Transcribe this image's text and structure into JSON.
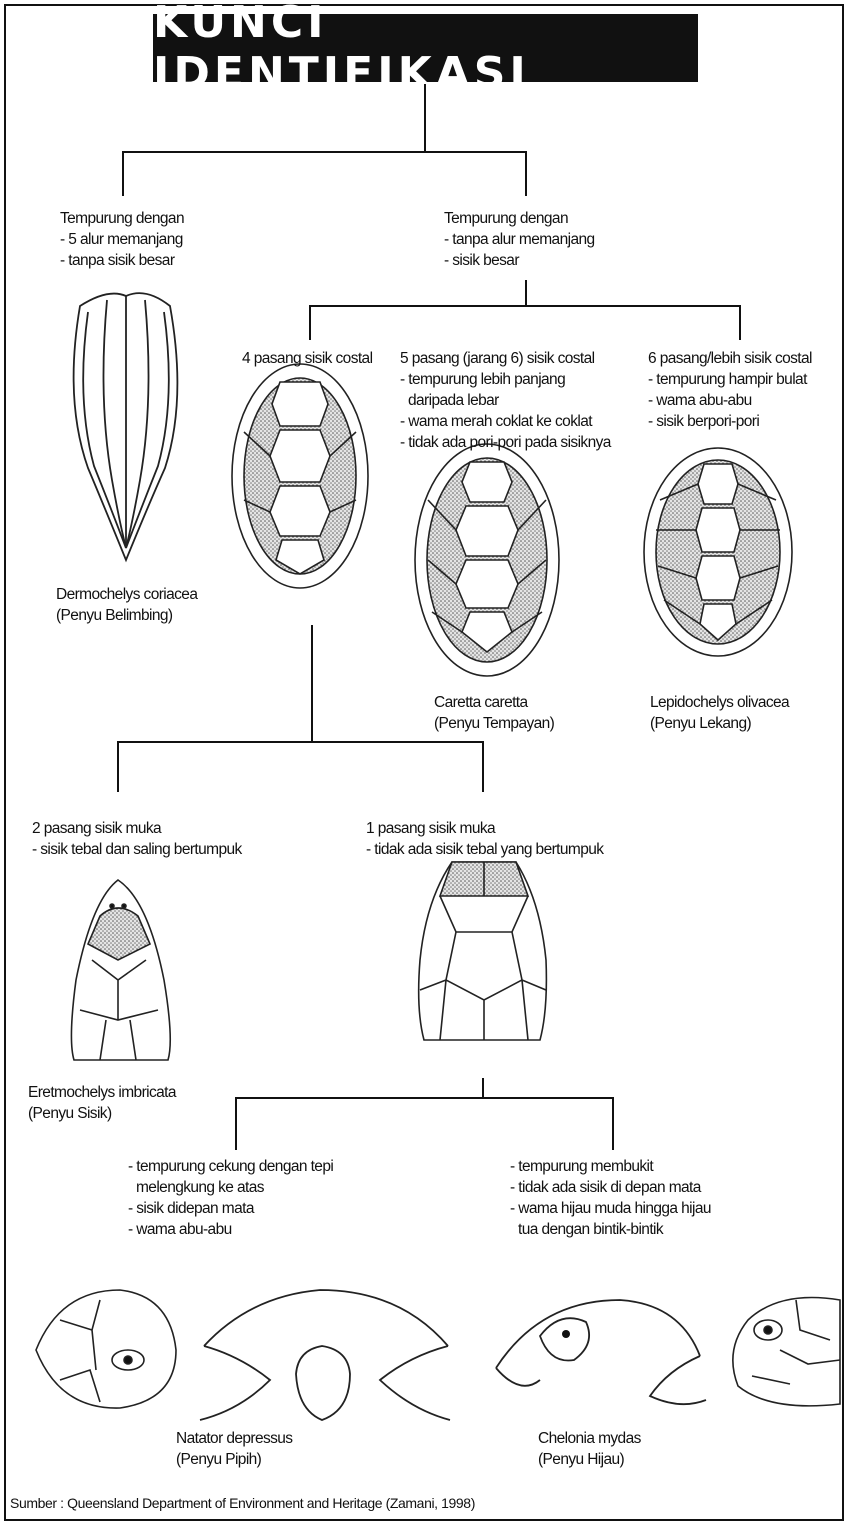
{
  "title": "KUNCI IDENTIFIKASI",
  "branch_left": {
    "heading": "Tempurung dengan",
    "bullets": [
      "- 5 alur memanjang",
      "- tanpa sisik besar"
    ],
    "species": "Dermochelys coriacea",
    "common": "(Penyu Belimbing)"
  },
  "branch_right": {
    "heading": "Tempurung dengan",
    "bullets": [
      "- tanpa alur memanjang",
      "- sisik besar"
    ]
  },
  "costal4": {
    "heading": "4 pasang sisik costal"
  },
  "costal5": {
    "heading": "5 pasang (jarang 6) sisik costal",
    "bullets": [
      "- tempurung lebih panjang",
      "daripada lebar",
      "- wama merah coklat ke coklat",
      "- tidak ada pori-pori pada sisiknya"
    ],
    "species": "Caretta caretta",
    "common": "(Penyu Tempayan)"
  },
  "costal6": {
    "heading": "6 pasang/lebih sisik costal",
    "bullets": [
      "- tempurung hampir bulat",
      "- wama abu-abu",
      "- sisik berpori-pori"
    ],
    "species": "Lepidochelys olivacea",
    "common": "(Penyu Lekang)"
  },
  "muka2": {
    "heading": "2 pasang sisik muka",
    "bullets": [
      "- sisik tebal dan saling bertumpuk"
    ],
    "species": "Eretmochelys imbricata",
    "common": "(Penyu Sisik)"
  },
  "muka1": {
    "heading": "1 pasang sisik muka",
    "bullets": [
      "- tidak ada sisik tebal yang bertumpuk"
    ]
  },
  "natator": {
    "bullets": [
      "- tempurung cekung dengan tepi",
      "melengkung ke atas",
      "- sisik didepan mata",
      "- wama abu-abu"
    ],
    "species": "Natator depressus",
    "common": "(Penyu Pipih)"
  },
  "chelonia": {
    "bullets": [
      "- tempurung membukit",
      "- tidak ada sisik di depan mata",
      "- wama hijau muda hingga hijau",
      "tua dengan bintik-bintik"
    ],
    "species": "Chelonia mydas",
    "common": "(Penyu Hijau)"
  },
  "source": "Sumber : Queensland Department of Environment and Heritage (Zamani, 1998)"
}
